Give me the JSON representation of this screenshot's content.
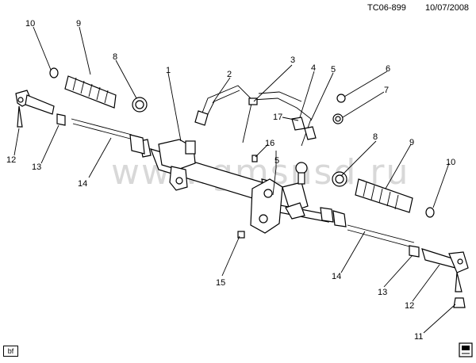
{
  "header": {
    "diagram_code": "TC06-899",
    "date": "10/07/2008"
  },
  "watermark": "www.gmsnsd.ru",
  "corner_tag": "bf",
  "callouts": [
    {
      "key": "c10a",
      "label": "10"
    },
    {
      "key": "c9a",
      "label": "9"
    },
    {
      "key": "c8a",
      "label": "8"
    },
    {
      "key": "c1",
      "label": "1"
    },
    {
      "key": "c2",
      "label": "2"
    },
    {
      "key": "c3",
      "label": "3"
    },
    {
      "key": "c4",
      "label": "4"
    },
    {
      "key": "c5a",
      "label": "5"
    },
    {
      "key": "c6",
      "label": "6"
    },
    {
      "key": "c7",
      "label": "7"
    },
    {
      "key": "c17",
      "label": "17"
    },
    {
      "key": "c16",
      "label": "16"
    },
    {
      "key": "c5b",
      "label": "5"
    },
    {
      "key": "c8b",
      "label": "8"
    },
    {
      "key": "c9b",
      "label": "9"
    },
    {
      "key": "c10b",
      "label": "10"
    },
    {
      "key": "c12a",
      "label": "12"
    },
    {
      "key": "c13a",
      "label": "13"
    },
    {
      "key": "c14a",
      "label": "14"
    },
    {
      "key": "c15",
      "label": "15"
    },
    {
      "key": "c14b",
      "label": "14"
    },
    {
      "key": "c13b",
      "label": "13"
    },
    {
      "key": "c12b",
      "label": "12"
    },
    {
      "key": "c11",
      "label": "11"
    }
  ]
}
